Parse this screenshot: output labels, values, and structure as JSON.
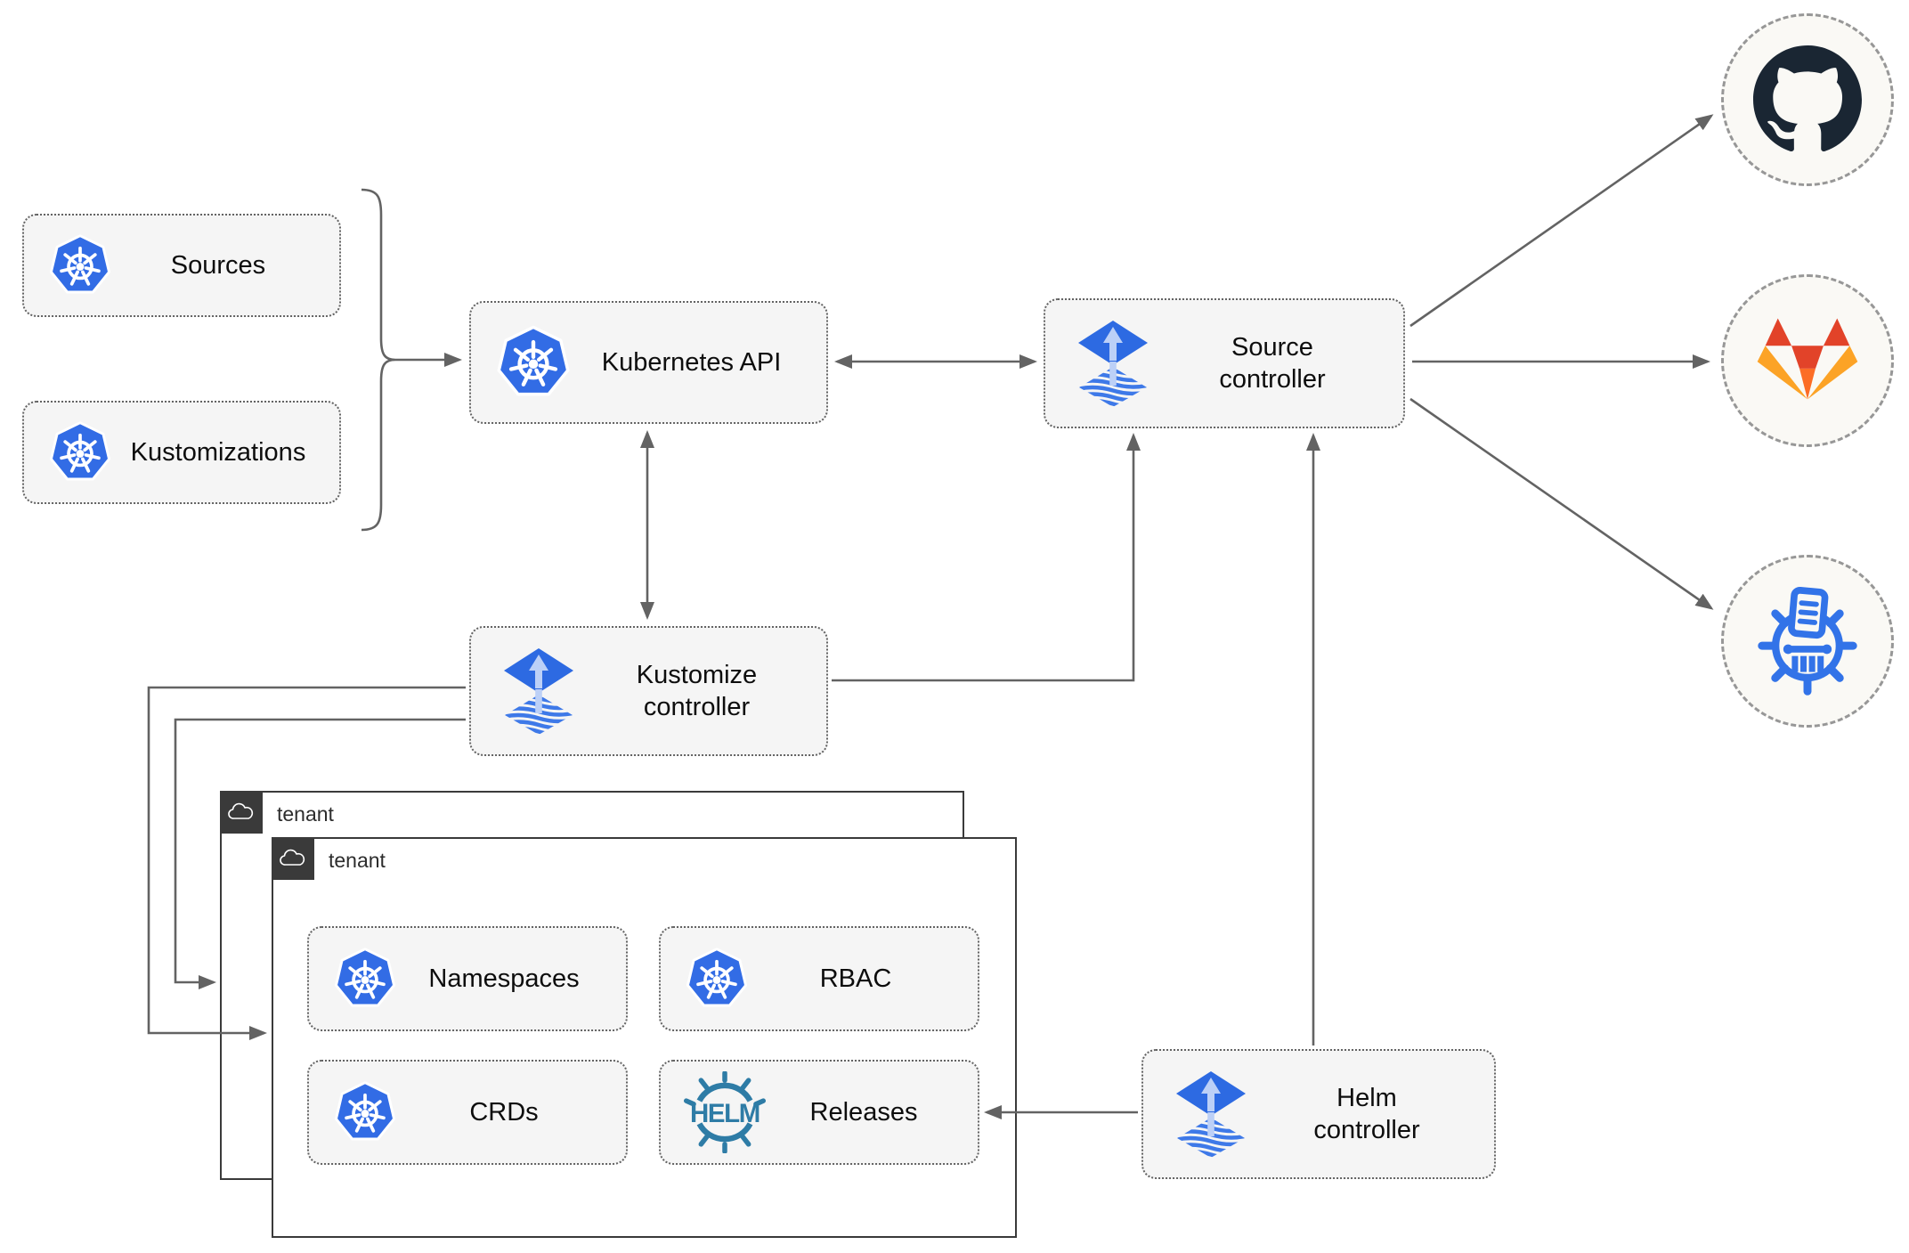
{
  "nodes": {
    "sources": {
      "label": "Sources"
    },
    "kustomizations": {
      "label": "Kustomizations"
    },
    "kubernetes_api": {
      "label": "Kubernetes API"
    },
    "source_controller": {
      "label": "Source controller"
    },
    "kustomize_controller": {
      "label": "Kustomize controller"
    },
    "helm_controller": {
      "label": "Helm controller"
    },
    "namespaces": {
      "label": "Namespaces"
    },
    "rbac": {
      "label": "RBAC"
    },
    "crds": {
      "label": "CRDs"
    },
    "releases": {
      "label": "Releases",
      "icon_text": "HELM"
    }
  },
  "groups": {
    "tenant_back": {
      "label": "tenant"
    },
    "tenant_front": {
      "label": "tenant"
    }
  },
  "endpoints": {
    "github": {
      "icon": "github-icon"
    },
    "gitlab": {
      "icon": "gitlab-icon"
    },
    "chart_repository": {
      "icon": "chartmuseum-icon"
    }
  },
  "icon_names": [
    "kubernetes-icon",
    "flux-icon",
    "helm-icon",
    "cloud-icon",
    "github-icon",
    "gitlab-icon",
    "chartmuseum-icon"
  ],
  "colors": {
    "kubernetes_blue": "#326ce5",
    "flux_blue": "#2d6ae2",
    "flux_light_arrow": "#bcd0f7",
    "flux_wave_blue": "#3e79e8",
    "helm_teal": "#2e7ca6",
    "github_dark": "#1a2633",
    "gitlab_red": "#e24329",
    "gitlab_orange": "#fc6d26",
    "gitlab_yellow": "#fca326",
    "chartmuseum_blue": "#3273e8",
    "node_fill": "#f5f5f5",
    "connector_gray": "#636363",
    "tenant_dark": "#3a3a3a"
  }
}
